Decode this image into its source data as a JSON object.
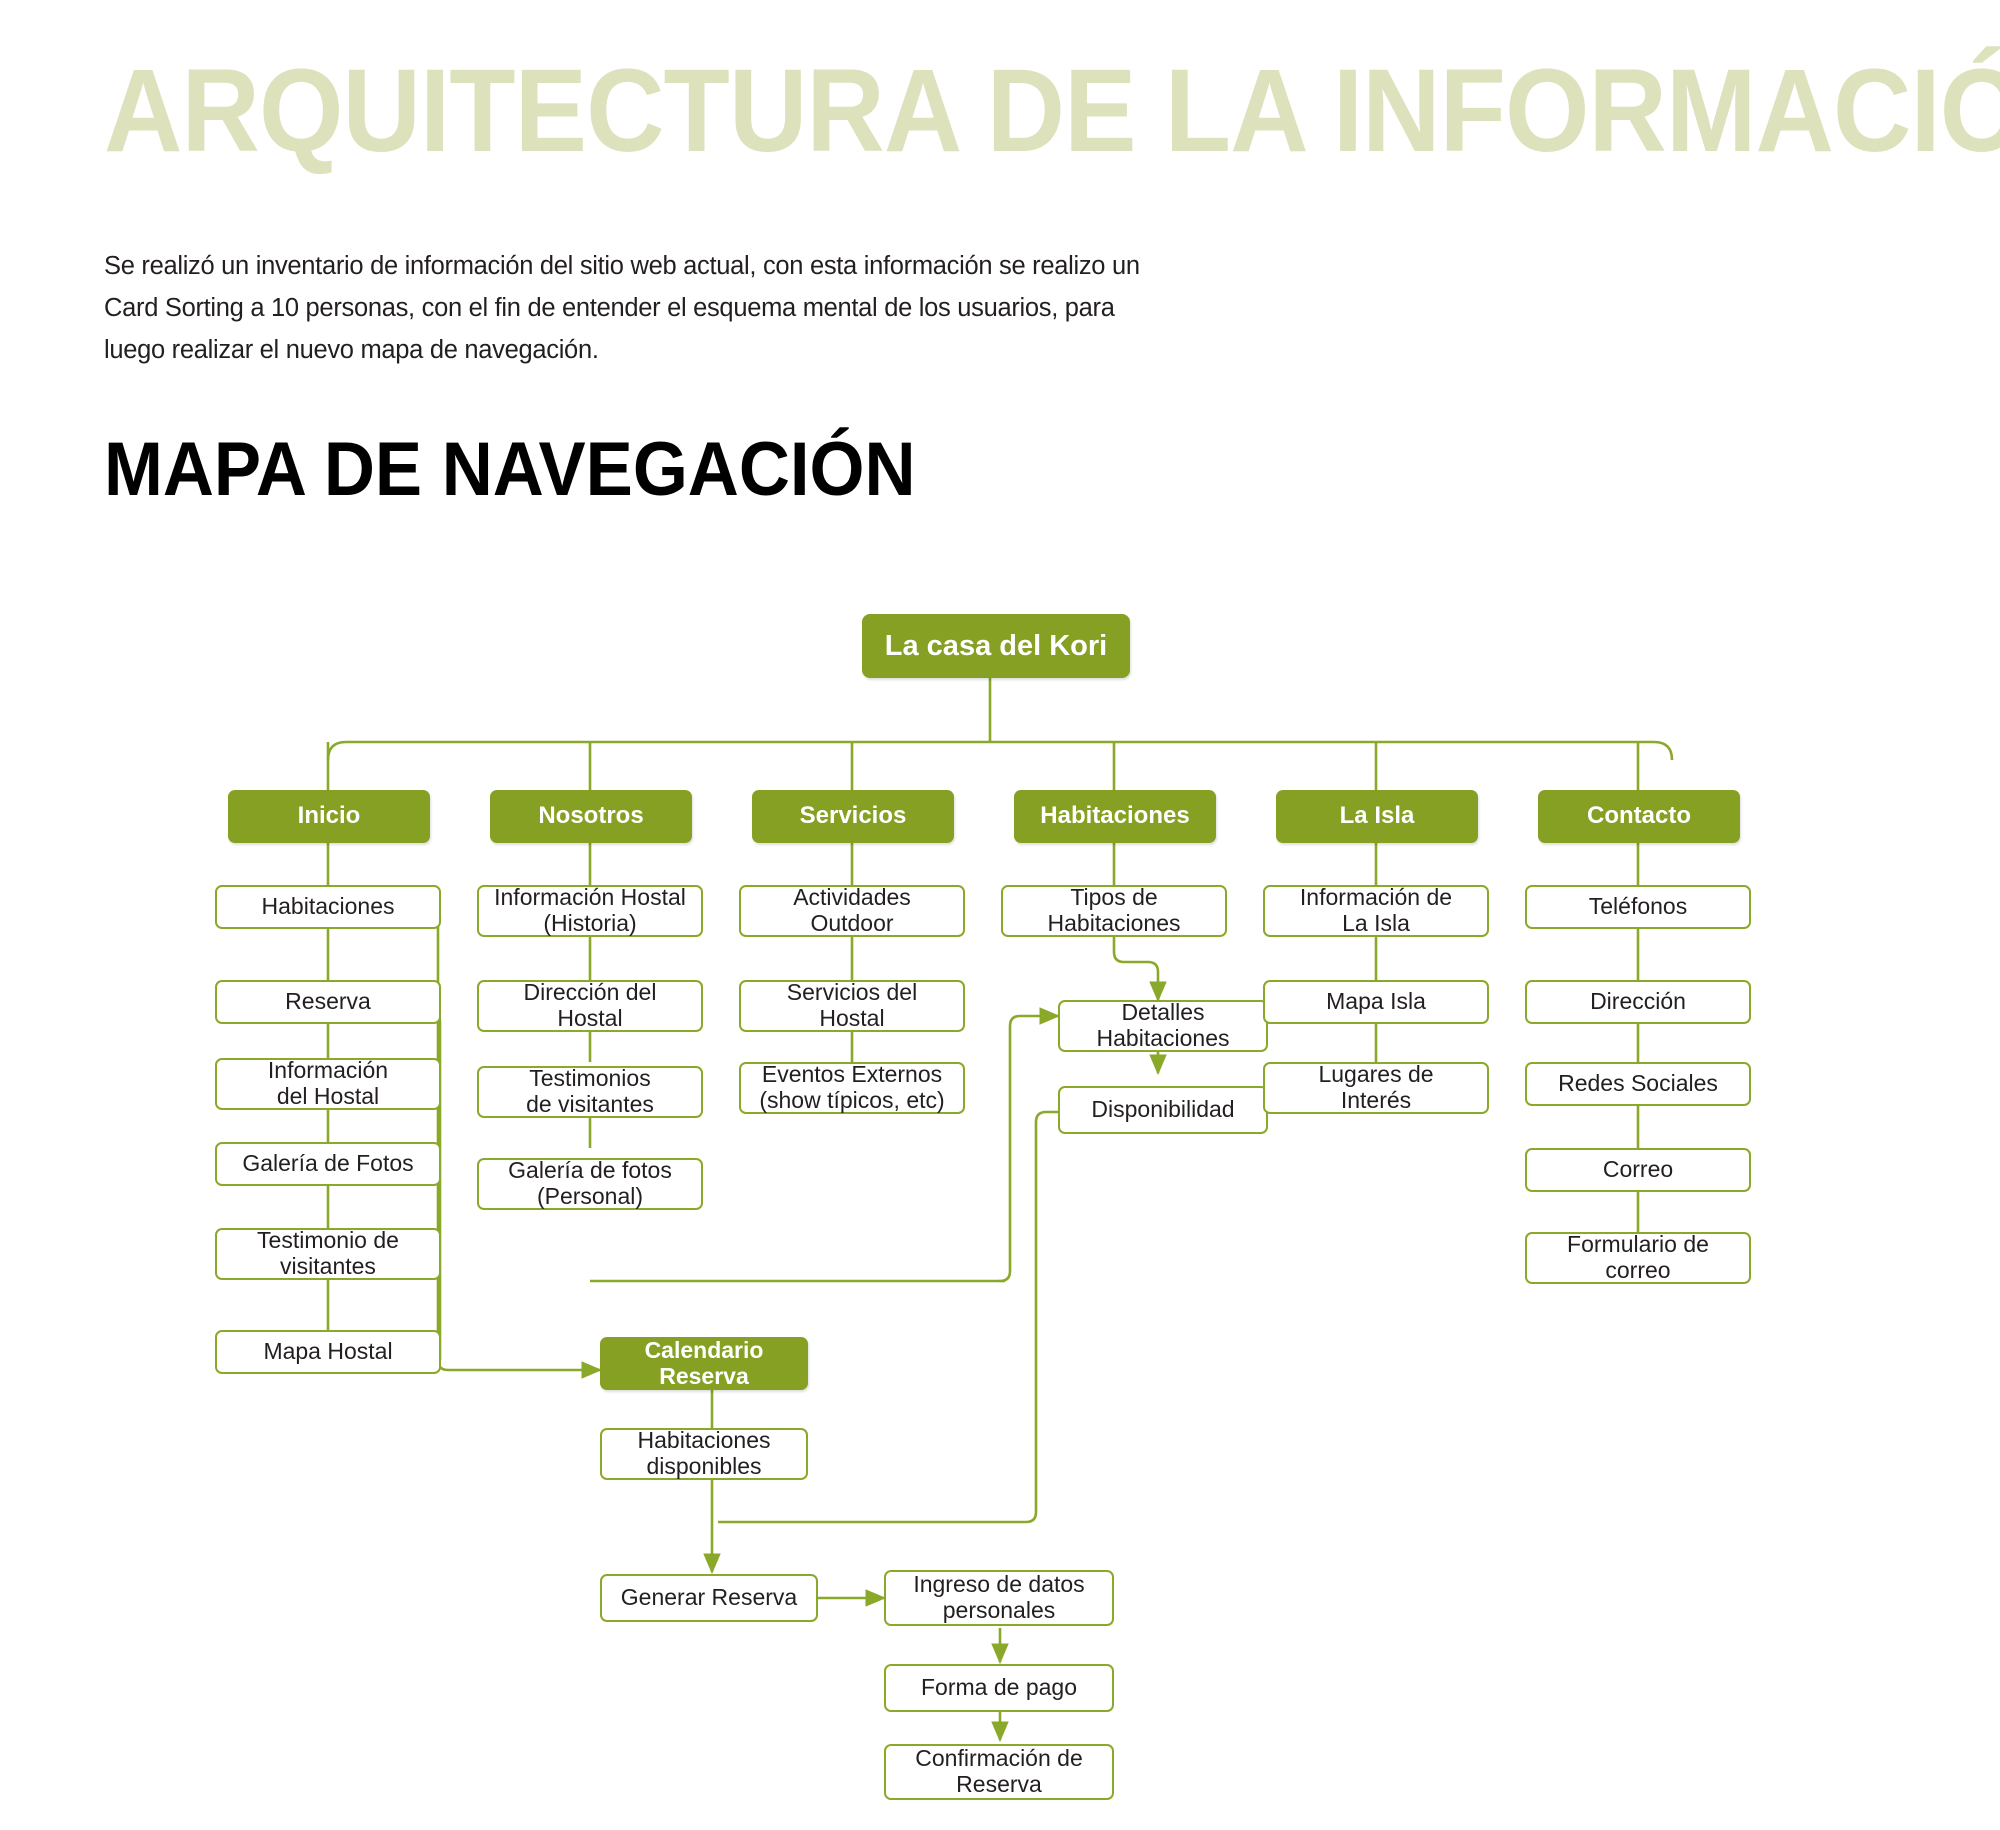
{
  "header": {
    "title": "ARQUITECTURA DE LA INFORMACIÓN",
    "paragraph_lines": [
      "Se realizó un inventario de información del sitio web actual, con esta información se realizo un",
      "Card Sorting a 10 personas, con el fin de entender el esquema mental de los usuarios, para",
      "luego realizar el nuevo mapa de navegación."
    ],
    "section_title": "MAPA DE NAVEGACIÓN"
  },
  "colors": {
    "title_green": "#dde2bd",
    "node_green": "#85a022",
    "node_border": "#8aa829",
    "text_dark": "#231f20",
    "white": "#ffffff"
  },
  "diagram": {
    "type": "sitemap-flowchart",
    "root": {
      "label": "La casa del Kori"
    },
    "columns": [
      {
        "name": "inicio",
        "header": "Inicio",
        "children": [
          "Habitaciones",
          "Reserva",
          "Información\ndel Hostal",
          "Galería de Fotos",
          "Testimonio de\nvisitantes",
          "Mapa Hostal"
        ]
      },
      {
        "name": "nosotros",
        "header": "Nosotros",
        "children": [
          "Información Hostal\n(Historia)",
          "Dirección del\nHostal",
          "Testimonios\nde visitantes",
          "Galería de fotos\n(Personal)"
        ]
      },
      {
        "name": "servicios",
        "header": "Servicios",
        "children": [
          "Actividades\nOutdoor",
          "Servicios del\nHostal",
          "Eventos Externos\n(show típicos, etc)"
        ]
      },
      {
        "name": "habitaciones",
        "header": "Habitaciones",
        "children": [
          "Tipos de\nHabitaciones",
          "Detalles\nHabitaciones",
          "Disponibilidad"
        ]
      },
      {
        "name": "la-isla",
        "header": "La Isla",
        "children": [
          "Información de\nLa Isla",
          "Mapa Isla",
          "Lugares de\nInterés"
        ]
      },
      {
        "name": "contacto",
        "header": "Contacto",
        "children": [
          "Teléfonos",
          "Dirección",
          "Redes Sociales",
          "Correo",
          "Formulario de\ncorreo"
        ]
      }
    ],
    "reservation_flow": {
      "calendar": "Calendario\nReserva",
      "steps": [
        "Habitaciones\ndisponibles",
        "Generar Reserva",
        "Ingreso de datos\npersonales",
        "Forma de pago",
        "Confirmación de\nReserva"
      ]
    }
  }
}
